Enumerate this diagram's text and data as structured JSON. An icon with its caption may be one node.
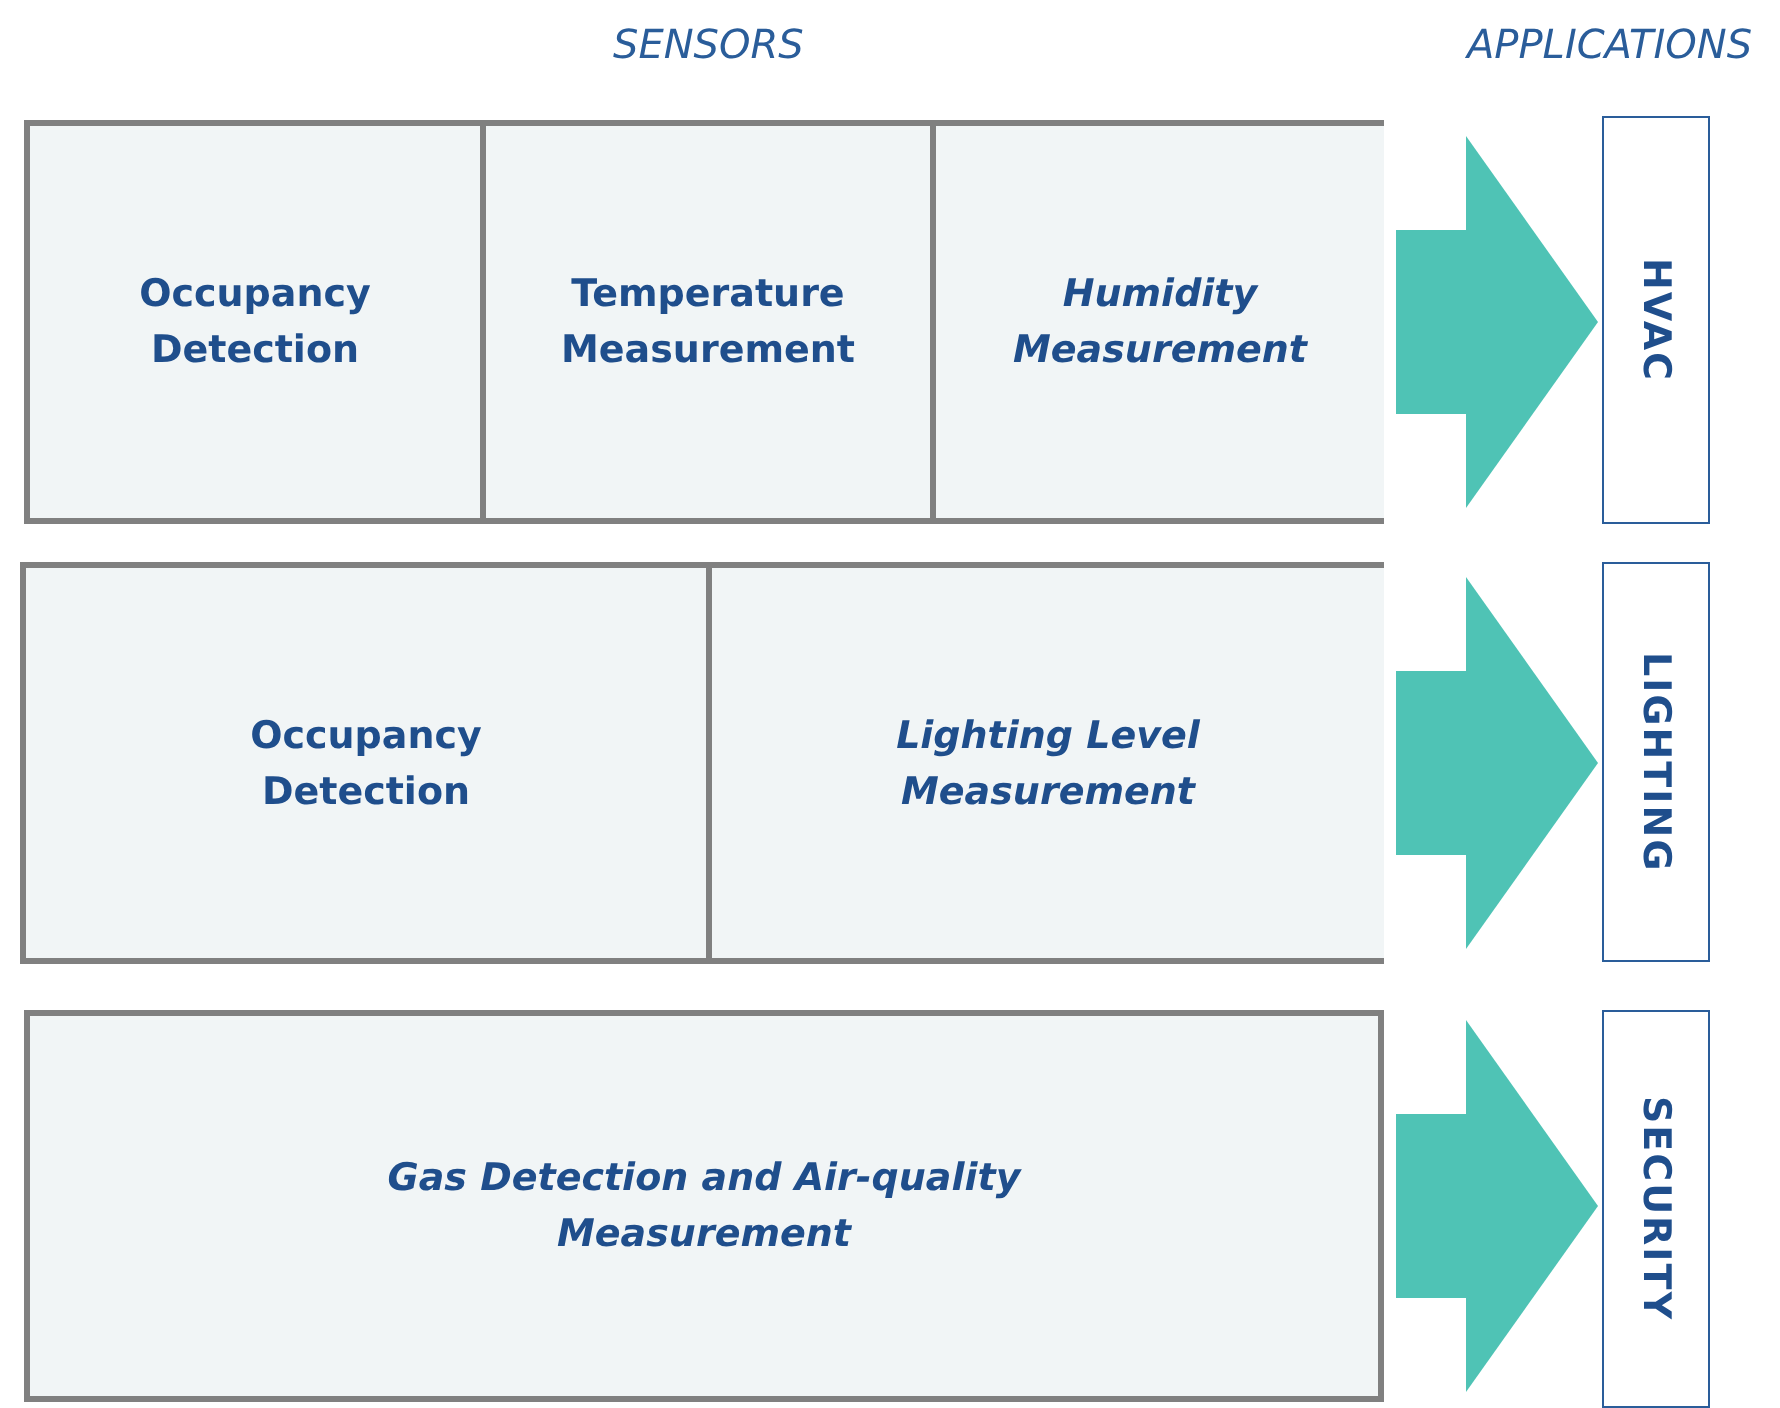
{
  "diagram": {
    "nodes": [
      {
        "text": [],
        "shape": "box"
      },
      {
        "text": [
          "Occupancy Detection"
        ],
        "in": 0
      },
      {
        "text": [
          "Temperature Measurement"
        ],
        "in": 0
      },
      {
        "text": [
          "Humidity Measurement"
        ],
        "in": 0
      },
      {
        "text": [
          "HVAC"
        ]
      },
      {
        "text": [],
        "shape": "box"
      },
      {
        "text": [
          "Occupancy Detection"
        ],
        "in": 5
      },
      {
        "text": [
          "Lighting Level Measurement"
        ],
        "in": 5
      },
      {
        "text": [
          "LIGHTING"
        ]
      },
      {
        "text": [
          "Gas Detection and Air-quality Measurement"
        ]
      },
      {
        "text": [
          "SECURITY"
        ]
      }
    ],
    "edges": [
      {
        "from": 0,
        "to": 4,
        "arrow": "to"
      },
      {
        "from": 5,
        "to": 8,
        "arrow": "to"
      },
      {
        "from": 9,
        "to": 10,
        "arrow": "to"
      }
    ],
    "labels": [
      "SENSORS",
      "APPLICATIONS"
    ]
  }
}
